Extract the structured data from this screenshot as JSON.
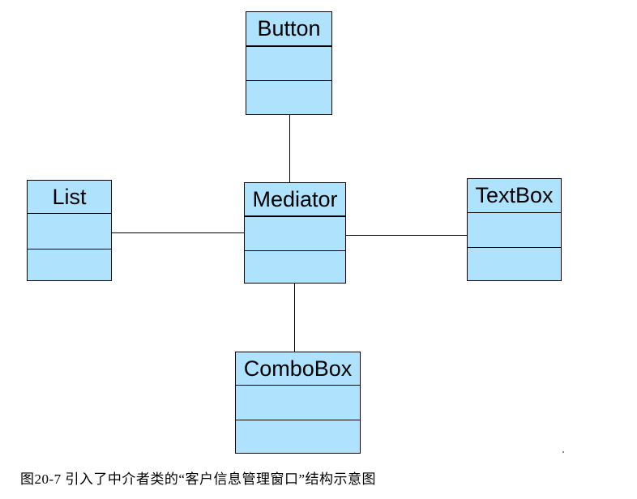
{
  "figure": {
    "caption": "图20-7 引入了中介者类的“客户信息管理窗口”结构示意图"
  },
  "diagram": {
    "type": "uml-class-diagram",
    "classes": [
      {
        "name": "Button",
        "attributes": [],
        "operations": []
      },
      {
        "name": "List",
        "attributes": [],
        "operations": []
      },
      {
        "name": "Mediator",
        "attributes": [],
        "operations": []
      },
      {
        "name": "TextBox",
        "attributes": [],
        "operations": []
      },
      {
        "name": "ComboBox",
        "attributes": [],
        "operations": []
      }
    ],
    "connections": [
      {
        "from": "Mediator",
        "to": "Button",
        "type": "association"
      },
      {
        "from": "Mediator",
        "to": "List",
        "type": "association"
      },
      {
        "from": "Mediator",
        "to": "TextBox",
        "type": "association"
      },
      {
        "from": "Mediator",
        "to": "ComboBox",
        "type": "association"
      }
    ],
    "colors": {
      "class_fill": "#AEE2FD",
      "class_border": "#000000",
      "connector": "#000000",
      "background": "#FFFFFF"
    }
  }
}
